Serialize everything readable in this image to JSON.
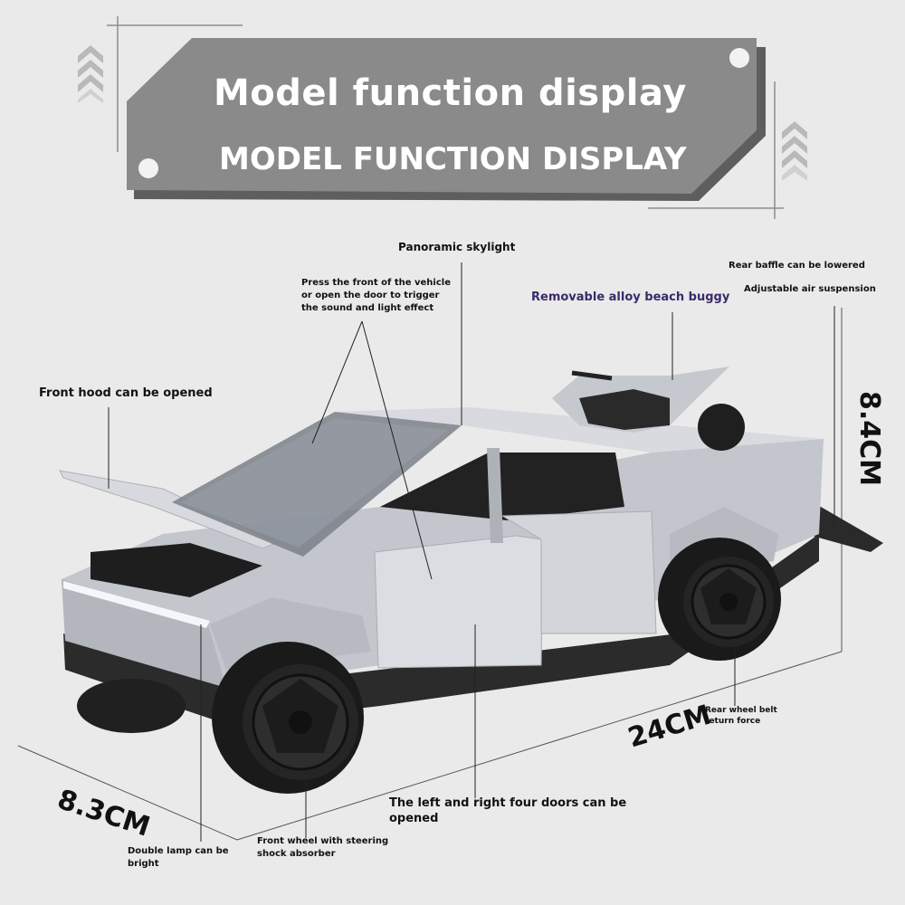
{
  "banner": {
    "title": "Model function display",
    "subtitle": "MODEL FUNCTION DISPLAY"
  },
  "callouts": {
    "skylight": "Panoramic skylight",
    "press_front_1": "Press the front of the vehicle",
    "press_front_2": "or open the door to trigger",
    "press_front_3": "the sound and light effect",
    "buggy": "Removable alloy beach buggy",
    "rear_baffle": "Rear baffle can be lowered",
    "air_suspension": "Adjustable air suspension",
    "front_hood": "Front hood can be opened",
    "rear_belt_1": "Rear wheel belt",
    "rear_belt_2": "return force",
    "doors_1": "The left and right four doors can be",
    "doors_2": "opened",
    "front_wheel_1": "Front wheel with steering",
    "front_wheel_2": "shock absorber",
    "lamp_1": "Double lamp can be",
    "lamp_2": "bright"
  },
  "dimensions": {
    "height": "8.4CM",
    "length": "24CM",
    "width": "8.3CM"
  },
  "colors": {
    "background": "#eaeaea",
    "banner": "#8a8a8a",
    "banner_shadow": "#5e5e5e",
    "car_body": "#c9ccd2",
    "tire": "#1b1b1b"
  }
}
